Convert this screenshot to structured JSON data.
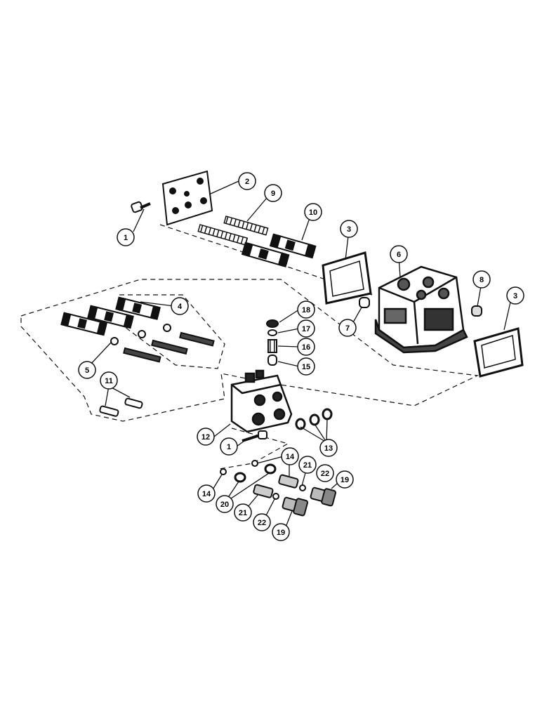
{
  "diagram": {
    "colors": {
      "ink": "#111111",
      "paper": "#ffffff",
      "shade": "#555555"
    },
    "callouts": [
      {
        "id": "c1a",
        "label": "1"
      },
      {
        "id": "c2",
        "label": "2"
      },
      {
        "id": "c9",
        "label": "9"
      },
      {
        "id": "c10",
        "label": "10"
      },
      {
        "id": "c3a",
        "label": "3"
      },
      {
        "id": "c6",
        "label": "6"
      },
      {
        "id": "c8",
        "label": "8"
      },
      {
        "id": "c3b",
        "label": "3"
      },
      {
        "id": "c4",
        "label": "4"
      },
      {
        "id": "c18",
        "label": "18"
      },
      {
        "id": "c7",
        "label": "7"
      },
      {
        "id": "c17",
        "label": "17"
      },
      {
        "id": "c16",
        "label": "16"
      },
      {
        "id": "c15",
        "label": "15"
      },
      {
        "id": "c5",
        "label": "5"
      },
      {
        "id": "c11",
        "label": "11"
      },
      {
        "id": "c12",
        "label": "12"
      },
      {
        "id": "c1b",
        "label": "1"
      },
      {
        "id": "c13",
        "label": "13"
      },
      {
        "id": "c14a",
        "label": "14"
      },
      {
        "id": "c14b",
        "label": "14"
      },
      {
        "id": "c21a",
        "label": "21"
      },
      {
        "id": "c22a",
        "label": "22"
      },
      {
        "id": "c19a",
        "label": "19"
      },
      {
        "id": "c20",
        "label": "20"
      },
      {
        "id": "c21b",
        "label": "21"
      },
      {
        "id": "c22b",
        "label": "22"
      },
      {
        "id": "c19b",
        "label": "19"
      }
    ]
  }
}
